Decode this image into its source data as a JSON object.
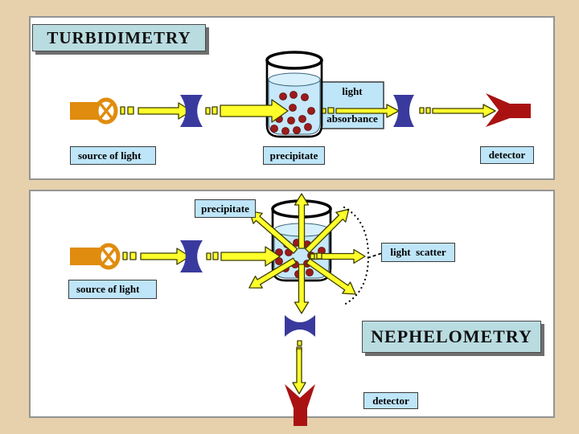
{
  "colors": {
    "slide_bg": "#E6D1AC",
    "panel_bg": "#FFFFFF",
    "panel_border": "#949494",
    "title_bg": "#B9DCE1",
    "label_bg": "#BEE5F8",
    "beam_yellow": "#FFFF2B",
    "beam_outline": "#3C3C00",
    "lens_blue": "#3A3A9E",
    "lamp_orange": "#E08C0E",
    "detector_red": "#AA1212",
    "particle_red": "#9B1B1B",
    "liquid_blue": "#C6E8F8",
    "surface_blue": "#D8F0FB"
  },
  "turbidimetry": {
    "title": "TURBIDIMETRY",
    "source_label": "source of light",
    "precipitate_label": "precipitate",
    "detector_label": "detector",
    "absorbance_line1": "light",
    "absorbance_line2": "absorbance",
    "particle_count": 12
  },
  "nephelometry": {
    "title": "NEPHELOMETRY",
    "precipitate_label": "precipitate",
    "source_label": "source of light",
    "scatter_label": "light  scatter",
    "detector_label": "detector",
    "particle_count": 13,
    "scatter_arrow_count": 7
  }
}
